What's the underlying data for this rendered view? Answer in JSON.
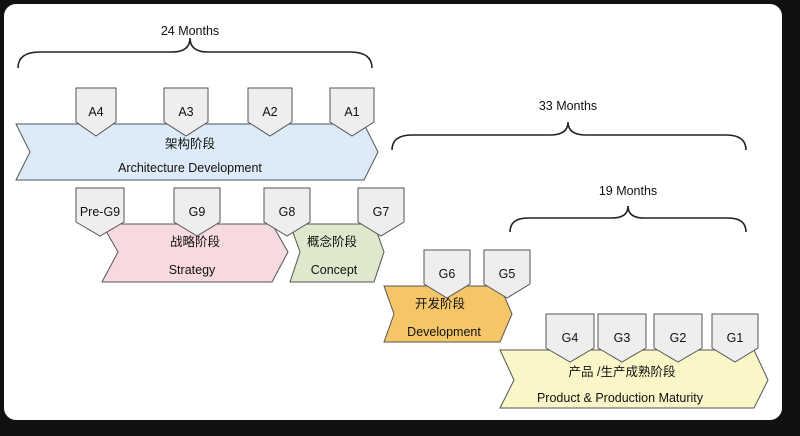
{
  "durations": {
    "architecture": "24 Months",
    "development": "33 Months",
    "maturity": "19 Months"
  },
  "phases": {
    "architecture": {
      "cn": "架构阶段",
      "en": "Architecture Development",
      "color": "#dcebf7"
    },
    "strategy": {
      "cn": "战略阶段",
      "en": "Strategy",
      "color": "#f7d9e0"
    },
    "concept": {
      "cn": "概念阶段",
      "en": "Concept",
      "color": "#dde8cc"
    },
    "development": {
      "cn": "开发阶段",
      "en": "Development",
      "color": "#f5c667"
    },
    "maturity": {
      "cn": "产品 /生产成熟阶段",
      "en": "Product & Production Maturity",
      "color": "#fbf6c8"
    }
  },
  "gates": {
    "a4": "A4",
    "a3": "A3",
    "a2": "A2",
    "a1": "A1",
    "pre_g9": "Pre-G9",
    "g9": "G9",
    "g8": "G8",
    "g7": "G7",
    "g6": "G6",
    "g5": "G5",
    "g4": "G4",
    "g3": "G3",
    "g2": "G2",
    "g1": "G1"
  },
  "colors": {
    "panel": "#ffffff",
    "outline": "#555555",
    "gate_fill": "#eeeeee",
    "text": "#111111"
  }
}
